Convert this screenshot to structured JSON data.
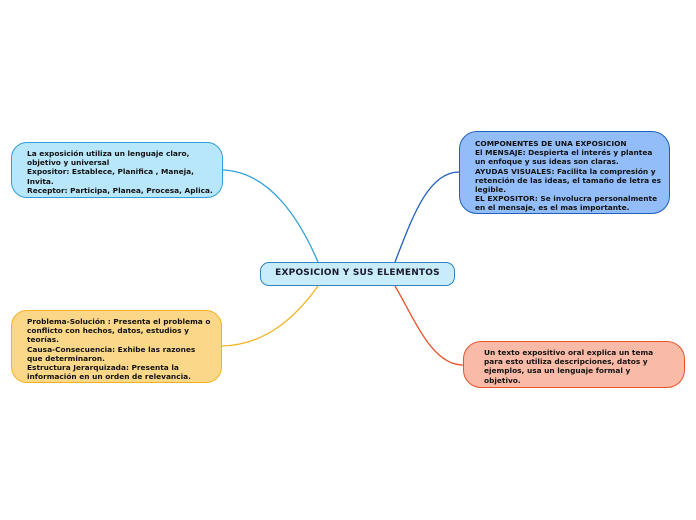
{
  "center": {
    "label": "EXPOSICION Y SUS ELEMENTOS"
  },
  "branches": {
    "left_top": {
      "color": "#2f9fd8",
      "fill": "#b8e6fb",
      "lines": [
        "La exposición utiliza un lenguaje claro,",
        "objetivo y universal",
        "Expositor: Establece, Planifica , Maneja,",
        "Invita.",
        "Receptor: Participa, Planea, Procesa, Aplica."
      ]
    },
    "left_bottom": {
      "color": "#f0b323",
      "fill": "#fbd889",
      "lines": [
        "Problema-Solución : Presenta el problema o",
        "conflicto con hechos, datos, estudios y",
        "teorías.",
        "Causa-Consecuencia: Exhibe las razones",
        "que determinaron.",
        "Estructura Jerarquizada: Presenta la",
        "información en un orden de relevancia."
      ]
    },
    "right_top": {
      "color": "#1e5fbf",
      "fill": "#92bdf8",
      "lines": [
        "COMPONENTES DE UNA EXPOSICION",
        "El MENSAJE: Despierta el interés y plantea",
        "un enfoque y sus ideas son claras.",
        "AYUDAS VISUALES: Facilita la compresión y",
        "retención de las ideas, el tamaño de letra es",
        "legible.",
        "EL EXPOSITOR: Se involucra personalmente",
        "en el mensaje, es el mas importante."
      ]
    },
    "right_bottom": {
      "color": "#e8532b",
      "fill": "#f9bba7",
      "lines": [
        "Un texto expositivo oral explica un tema",
        "para esto utiliza descripciones, datos y",
        "ejemplos, usa un lenguaje formal y",
        "objetivo."
      ]
    }
  }
}
